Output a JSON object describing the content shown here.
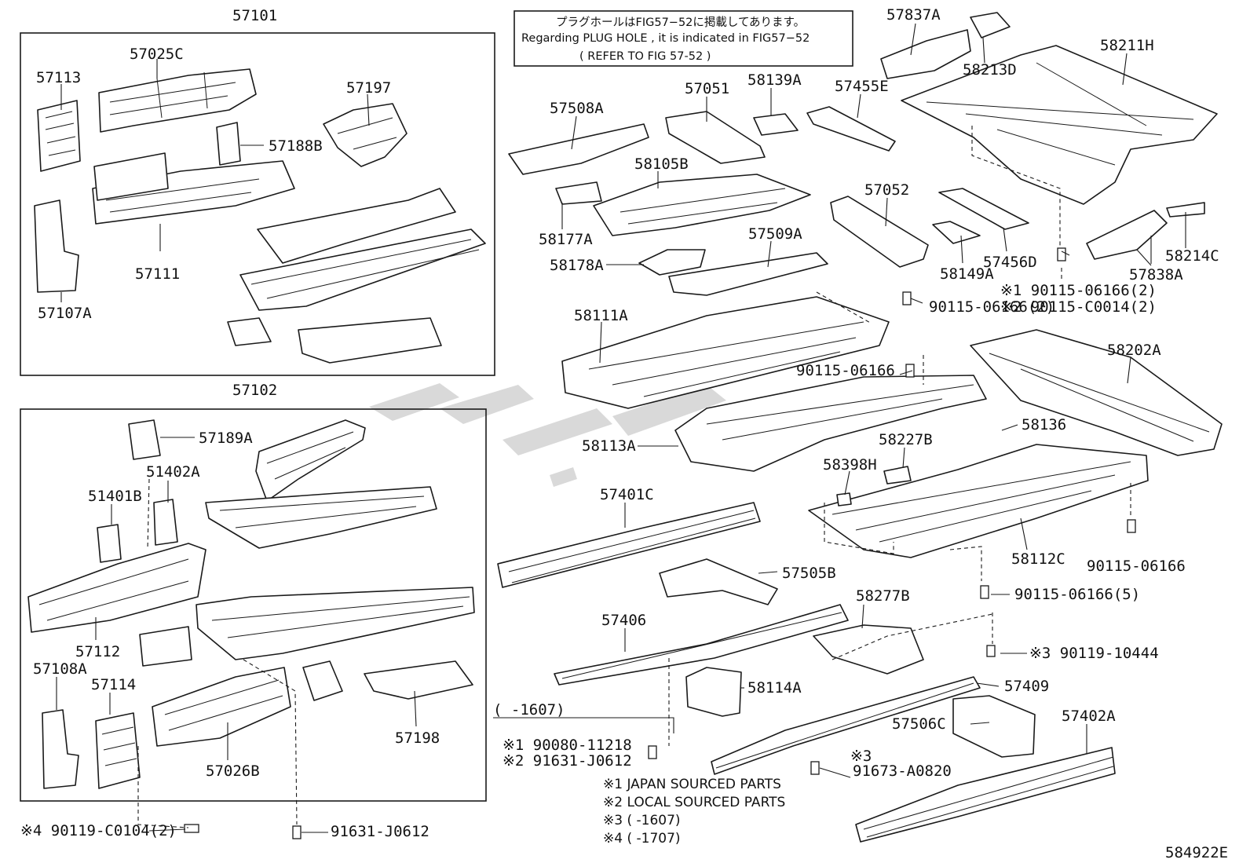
{
  "frames": {
    "upper": "57101",
    "lower": "57102"
  },
  "note": {
    "line1": "プラグホールはFIG57−52に掲載してあります。",
    "line2": "Regarding PLUG HOLE , it is indicated in FIG57−52",
    "line3": "(     REFER TO FIG 57-52        )"
  },
  "labels": [
    {
      "id": "57113",
      "text": "57113"
    },
    {
      "id": "57025C",
      "text": "57025C"
    },
    {
      "id": "57197",
      "text": "57197"
    },
    {
      "id": "57188B",
      "text": "57188B"
    },
    {
      "id": "57111",
      "text": "57111"
    },
    {
      "id": "57107A",
      "text": "57107A"
    },
    {
      "id": "57189A",
      "text": "57189A"
    },
    {
      "id": "51402A",
      "text": "51402A"
    },
    {
      "id": "51401B",
      "text": "51401B"
    },
    {
      "id": "57112",
      "text": "57112"
    },
    {
      "id": "57108A",
      "text": "57108A"
    },
    {
      "id": "57114",
      "text": "57114"
    },
    {
      "id": "57026B",
      "text": "57026B"
    },
    {
      "id": "57198",
      "text": "57198"
    },
    {
      "id": "57837A",
      "text": "57837A"
    },
    {
      "id": "58213D",
      "text": "58213D"
    },
    {
      "id": "58211H",
      "text": "58211H"
    },
    {
      "id": "57508A",
      "text": "57508A"
    },
    {
      "id": "57051",
      "text": "57051"
    },
    {
      "id": "58139A",
      "text": "58139A"
    },
    {
      "id": "57455E",
      "text": "57455E"
    },
    {
      "id": "58105B",
      "text": "58105B"
    },
    {
      "id": "58177A",
      "text": "58177A"
    },
    {
      "id": "58178A",
      "text": "58178A"
    },
    {
      "id": "57509A",
      "text": "57509A"
    },
    {
      "id": "57052",
      "text": "57052"
    },
    {
      "id": "58149A",
      "text": "58149A"
    },
    {
      "id": "57456D",
      "text": "57456D"
    },
    {
      "id": "58214C",
      "text": "58214C"
    },
    {
      "id": "57838A",
      "text": "57838A"
    },
    {
      "id": "bolt-1",
      "text": "※1 90115-06166(2)"
    },
    {
      "id": "bolt-2",
      "text": "※2 90115-C0014(2)"
    },
    {
      "id": "58111A",
      "text": "58111A"
    },
    {
      "id": "bolt-3",
      "text": "90115-06166(2)"
    },
    {
      "id": "bolt-4",
      "text": "90115-06166"
    },
    {
      "id": "58202A",
      "text": "58202A"
    },
    {
      "id": "58113A",
      "text": "58113A"
    },
    {
      "id": "58136",
      "text": "58136"
    },
    {
      "id": "58227B",
      "text": "58227B"
    },
    {
      "id": "58398H",
      "text": "58398H"
    },
    {
      "id": "57401C",
      "text": "57401C"
    },
    {
      "id": "58112C",
      "text": "58112C"
    },
    {
      "id": "bolt-5",
      "text": "90115-06166"
    },
    {
      "id": "57505B",
      "text": "57505B"
    },
    {
      "id": "bolt-6",
      "text": "90115-06166(5)"
    },
    {
      "id": "57406",
      "text": "57406"
    },
    {
      "id": "58277B",
      "text": "58277B"
    },
    {
      "id": "bolt-7",
      "text": "※3 90119-10444"
    },
    {
      "id": "58114A",
      "text": "58114A"
    },
    {
      "id": "57409",
      "text": "57409"
    },
    {
      "id": "57506C",
      "text": "57506C"
    },
    {
      "id": "57402A",
      "text": "57402A"
    },
    {
      "id": "range-1607",
      "text": "(      -1607)"
    },
    {
      "id": "bolt-8",
      "text": "※1 90080-11218"
    },
    {
      "id": "bolt-9",
      "text": "※2 91631-J0612"
    },
    {
      "id": "bolt-10a",
      "text": "※3"
    },
    {
      "id": "bolt-10b",
      "text": "91673-A0820"
    },
    {
      "id": "bolt-11",
      "text": "※4 90119-C0104(2)"
    },
    {
      "id": "bolt-12",
      "text": "91631-J0612"
    }
  ],
  "footnotes": [
    "※1 JAPAN SOURCED PARTS",
    "※2 LOCAL SOURCED PARTS",
    "※3 (      -1607)",
    "※4 (      -1707)"
  ],
  "code": "584922E"
}
